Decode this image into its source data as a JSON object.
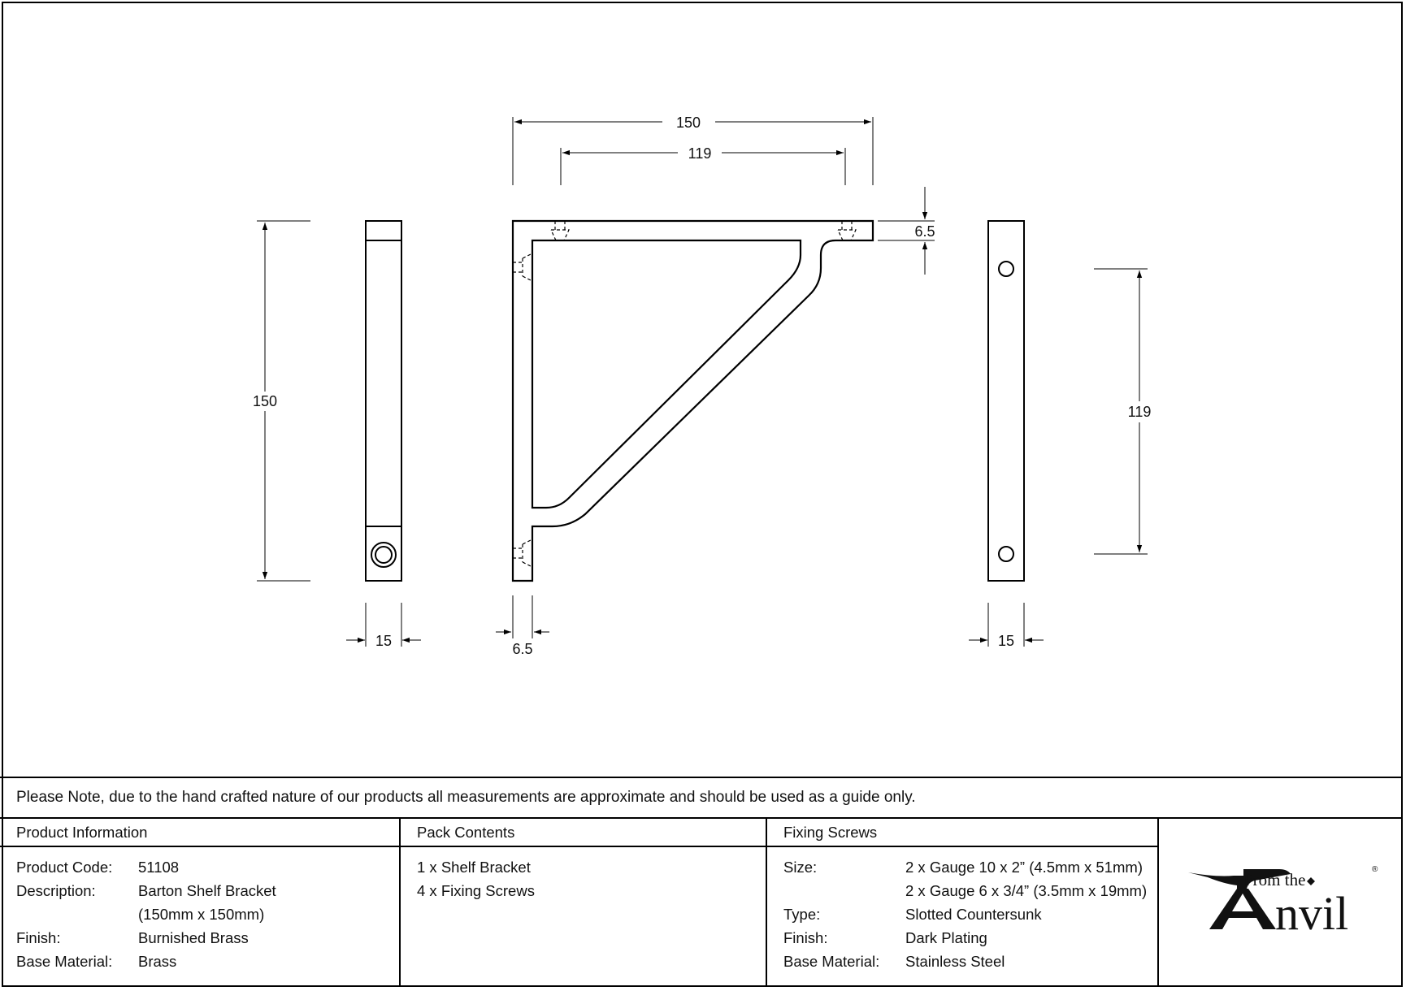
{
  "dimensions": {
    "top_overall": "150",
    "top_holes": "119",
    "thickness_right": "6.5",
    "left_height": "150",
    "left_width": "15",
    "front_thickness": "6.5",
    "right_holes": "119",
    "right_width": "15"
  },
  "note": "Please Note, due to the hand crafted nature of our products all measurements are approximate and should be used as a guide only.",
  "product_info": {
    "heading": "Product Information",
    "rows": [
      {
        "key": "Product Code:",
        "value": "51108"
      },
      {
        "key": "Description:",
        "value": "Barton Shelf Bracket"
      },
      {
        "key": "",
        "value": "(150mm x 150mm)"
      },
      {
        "key": "Finish:",
        "value": "Burnished Brass"
      },
      {
        "key": "Base Material:",
        "value": "Brass"
      }
    ]
  },
  "pack_contents": {
    "heading": "Pack Contents",
    "items": [
      "1 x Shelf Bracket",
      "4 x Fixing Screws"
    ]
  },
  "fixing_screws": {
    "heading": "Fixing Screws",
    "rows": [
      {
        "key": "Size:",
        "value": "2 x Gauge 10 x 2” (4.5mm x 51mm)"
      },
      {
        "key": "",
        "value": "2 x Gauge 6 x 3/4” (3.5mm x 19mm)"
      },
      {
        "key": "Type:",
        "value": "Slotted Countersunk"
      },
      {
        "key": "Finish:",
        "value": "Dark Plating"
      },
      {
        "key": "Base Material:",
        "value": "Stainless Steel"
      }
    ]
  },
  "logo": {
    "from_the": "From the",
    "brand": "Anvil",
    "registered": "®"
  }
}
